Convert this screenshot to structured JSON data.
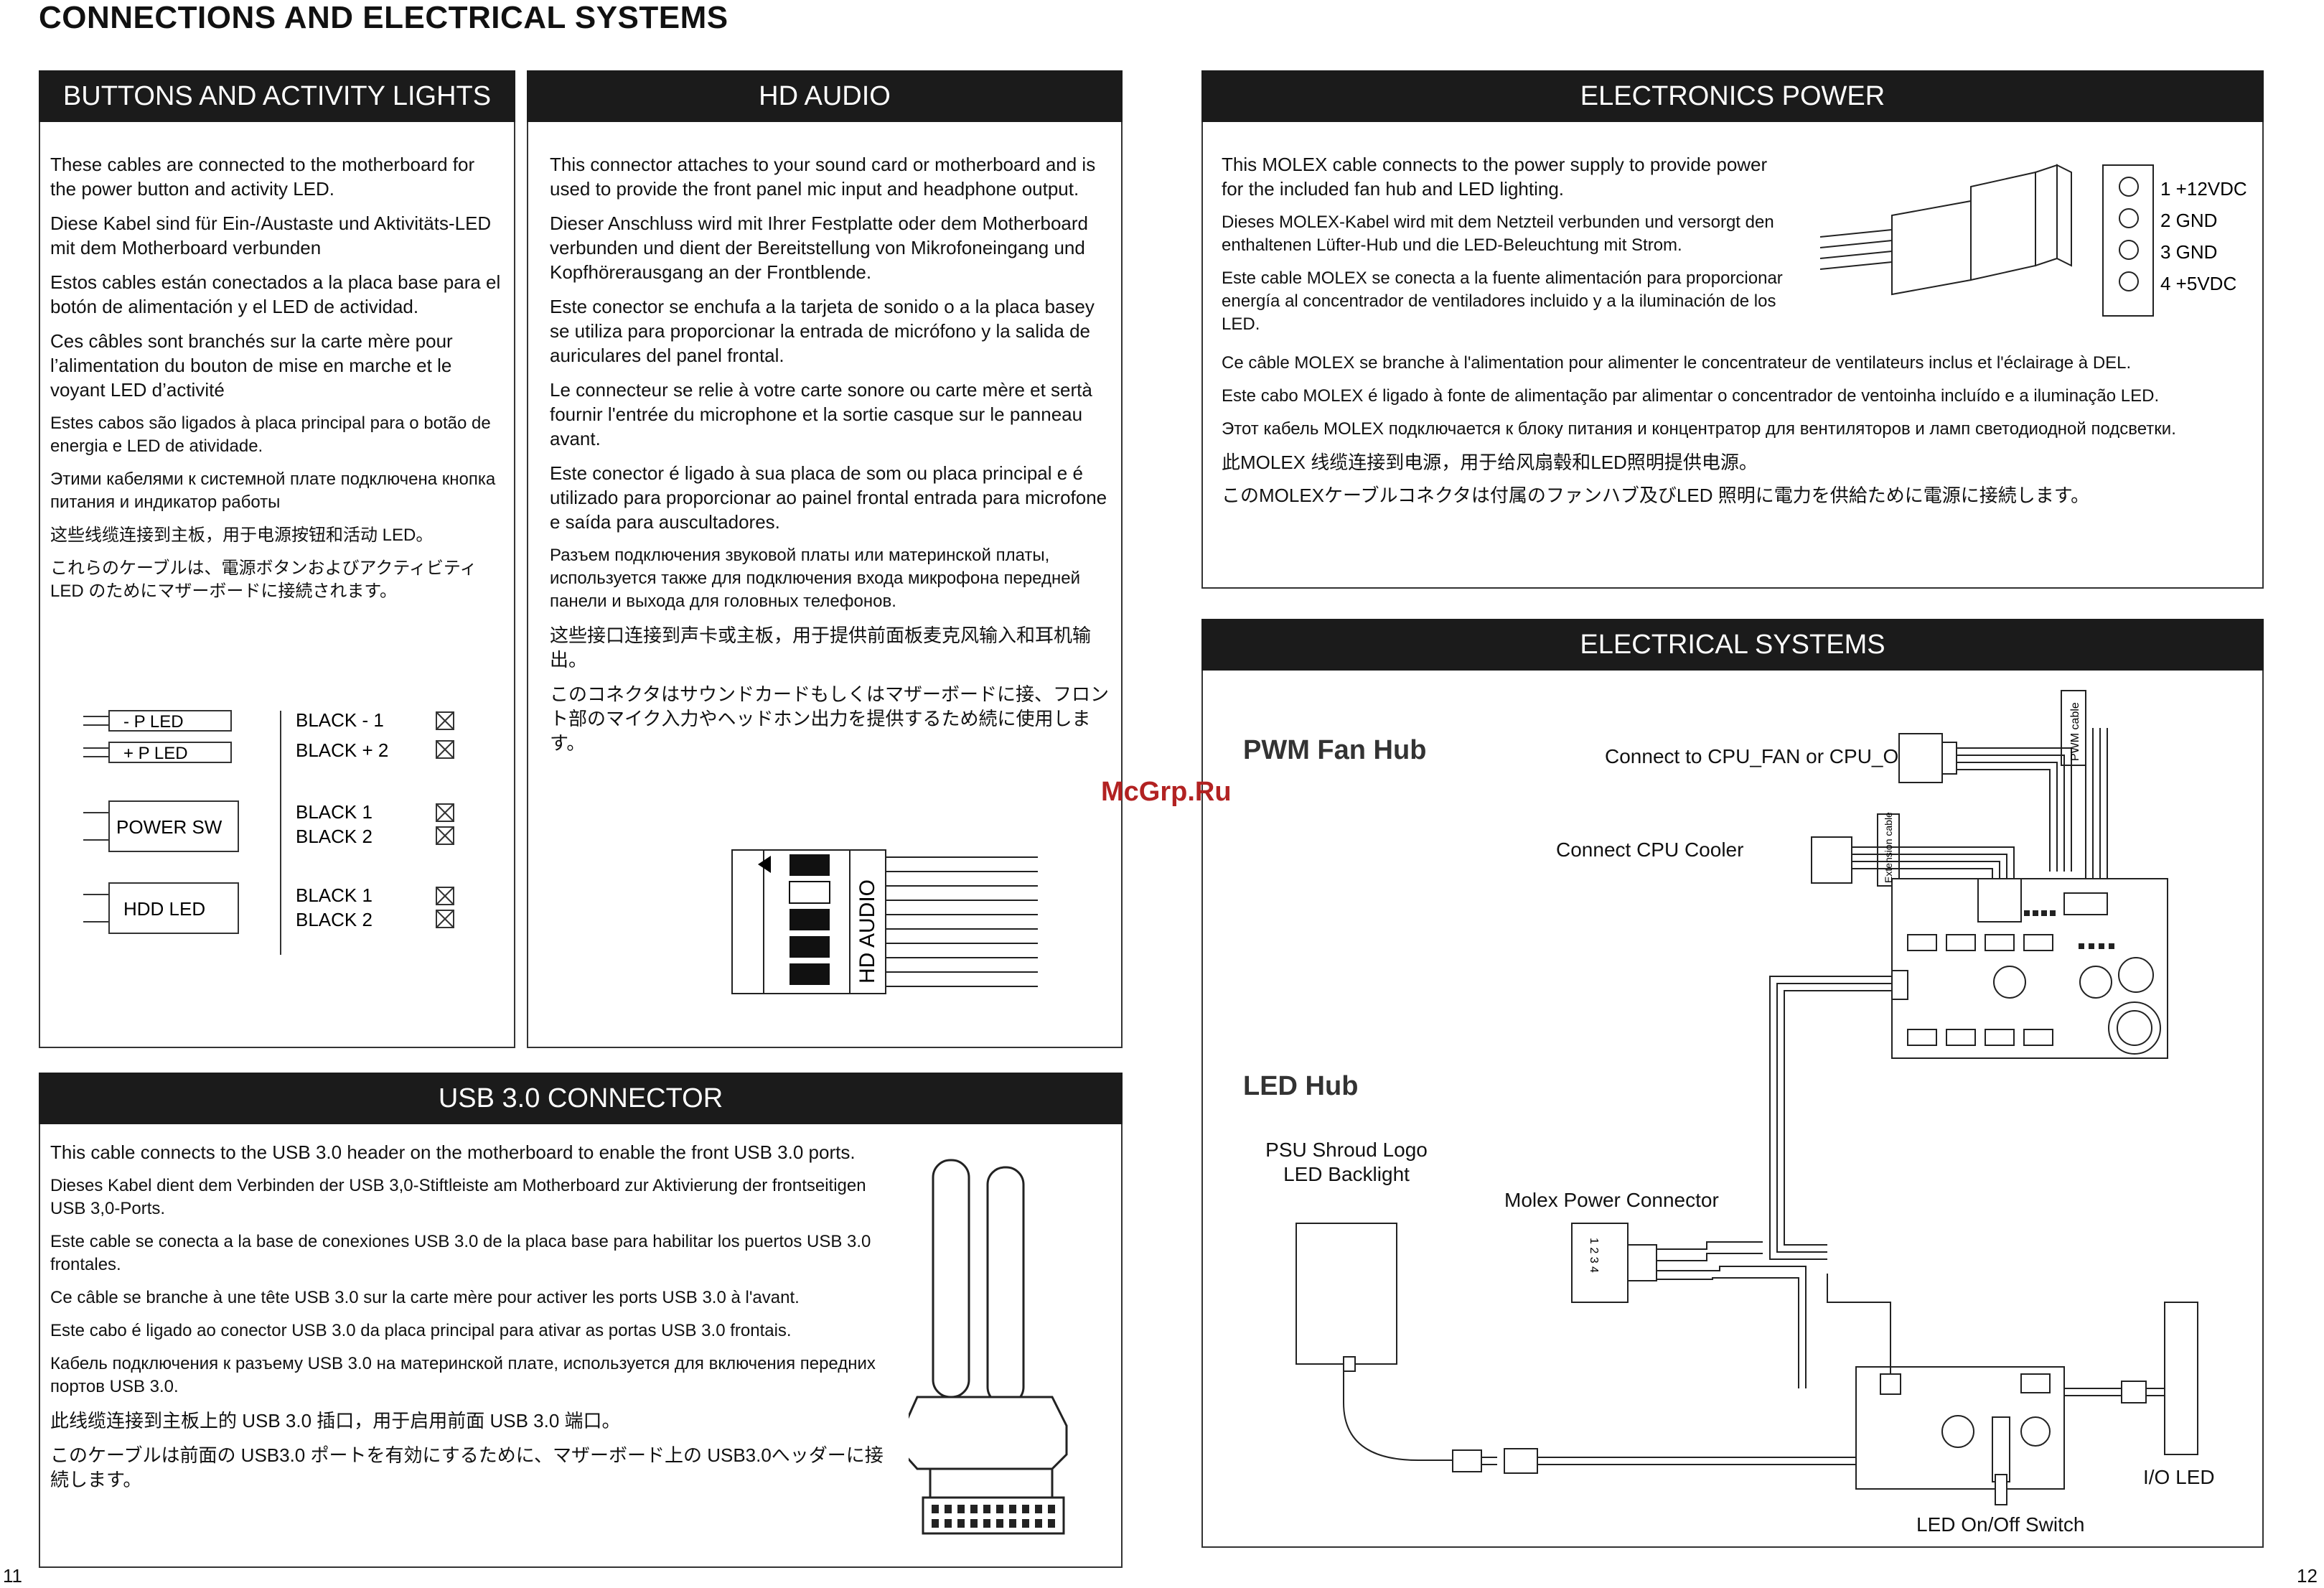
{
  "page": {
    "title": "CONNECTIONS AND ELECTRICAL SYSTEMS",
    "page_left": "11",
    "page_right": "12",
    "watermark": "McGrp.Ru"
  },
  "buttons": {
    "heading": "BUTTONS AND ACTIVITY LIGHTS",
    "paragraphs": [
      "These cables are connected to the motherboard for the power button and activity LED.",
      "Diese Kabel sind für Ein-/Austaste und Aktivitäts-LED mit dem Motherboard verbunden",
      "Estos cables están conectados a la placa base para el botón de alimentación y el LED de actividad.",
      "Ces câbles sont branchés sur la carte mère pour l’alimentation du bouton de mise en marche et le voyant LED d’activité",
      "Estes cabos são ligados à placa principal para o botão de energia e LED de atividade.",
      "Этими кабелями к системной плате подключена кнопка питания и индикатор работы",
      "这些线缆连接到主板，用于电源按钮和活动 LED。",
      "これらのケーブルは、電源ボタンおよびアクティビティ LED のためにマザーボードに接続されます。"
    ],
    "connectors": {
      "p_led_minus": "- P LED",
      "p_led_plus": "+ P LED",
      "power_sw": "POWER SW",
      "hdd_led": "HDD LED",
      "black_minus_1": "BLACK  - 1",
      "black_plus_2": "BLACK  + 2",
      "black_1": "BLACK    1",
      "black_2": "BLACK    2"
    }
  },
  "audio": {
    "heading": "HD AUDIO",
    "paragraphs": [
      "This connector attaches to your sound card or motherboard and is used to provide the front panel mic input and headphone output.",
      "Dieser Anschluss wird mit Ihrer Festplatte oder dem Motherboard verbunden und dient der Bereitstellung von Mikrofoneingang und Kopfhörerausgang an der Frontblende.",
      "Este conector se enchufa a la tarjeta de sonido o a la placa basey se utiliza para proporcionar la entrada de micrófono y la salida de auriculares del panel frontal.",
      "Le connecteur se relie à votre carte sonore ou carte mère et sertà fournir l'entrée du microphone et la sortie casque sur le panneau avant.",
      "Este conector é ligado à sua placa de som ou placa principal e é utilizado para proporcionar ao painel frontal entrada para microfone e saída para auscultadores.",
      "Разъем подключения звуковой платы или материнской платы, используется также для подключения входа микрофона передней панели и выхода для головных телефонов.",
      "这些接口连接到声卡或主板，用于提供前面板麦克风输入和耳机输出。",
      "このコネクタはサウンドカードもしくはマザーボードに接、フロント部のマイク入力やヘッドホン出力を提供するため続に使用します。"
    ],
    "connector_label": "HD AUDIO"
  },
  "usb": {
    "heading": "USB 3.0 CONNECTOR",
    "paragraphs": [
      "This cable connects to the USB 3.0 header on the motherboard to enable the front USB 3.0 ports.",
      "Dieses Kabel dient dem Verbinden der USB 3,0-Stiftleiste am Motherboard zur Aktivierung der frontseitigen USB 3,0-Ports.",
      "Este cable se conecta a la base de conexiones USB 3.0 de la placa base para habilitar los puertos USB 3.0 frontales.",
      "Ce câble se branche à une tête USB 3.0 sur la carte mère pour activer les ports USB 3.0 à l'avant.",
      "Este cabo é ligado ao conector USB 3.0 da placa principal para ativar as portas USB 3.0 frontais.",
      "Кабель подключения к разъему USB 3.0 на материнской плате, используется для включения передних портов USB 3.0.",
      "此线缆连接到主板上的 USB 3.0 插口，用于启用前面 USB 3.0 端口。",
      "このケーブルは前面の USB3.0 ポートを有効にするために、マザーボード上の USB3.0へッダーに接続します。"
    ]
  },
  "power": {
    "heading": "ELECTRONICS POWER",
    "paragraphs": [
      "This MOLEX cable connects to the power supply to provide power for the included fan hub and LED lighting.",
      "Dieses MOLEX-Kabel wird mit dem Netzteil verbunden und versorgt den enthaltenen Lüfter-Hub und die LED-Beleuchtung mit Strom.",
      "Este cable MOLEX se conecta a la fuente alimentación para proporcionar energía al concentrador de ventiladores incluido y a la iluminación de los LED.",
      "Ce câble MOLEX se branche à l'alimentation pour alimenter le concentrateur de ventilateurs inclus et l'éclairage à DEL.",
      "Este cabo MOLEX é ligado à fonte de alimentação par alimentar o concentrador de ventoinha incluído e a iluminação LED.",
      "Этот кабель MOLEX подключается к блоку питания и  концентратор для вентиляторов и ламп светодиодной подсветки.",
      "此MOLEX 线缆连接到电源，用于给风扇毂和LED照明提供电源。",
      "このMOLEXケーブルコネクタは付属のファンハブ及びLED 照明に電力を供給ために電源に接続します。"
    ],
    "pins": [
      "1  +12VDC",
      "2  GND",
      "3  GND",
      "4  +5VDC"
    ]
  },
  "electrical": {
    "heading": "ELECTRICAL SYSTEMS",
    "pwm_fan_hub": "PWM Fan Hub",
    "led_hub": "LED Hub",
    "cpu_fan": "Connect to CPU_FAN or CPU_OPT",
    "cpu_cooler": "Connect CPU Cooler",
    "pwm_cable": "PWM cable",
    "extension_cable": "Extension cable",
    "psu_logo": "PSU Shroud Logo",
    "led_backlight": "LED Backlight",
    "molex_connector": "Molex Power Connector",
    "io_led": "I/O LED",
    "led_switch": "LED On/Off Switch",
    "pin_numbers": "1  2  3  4"
  }
}
